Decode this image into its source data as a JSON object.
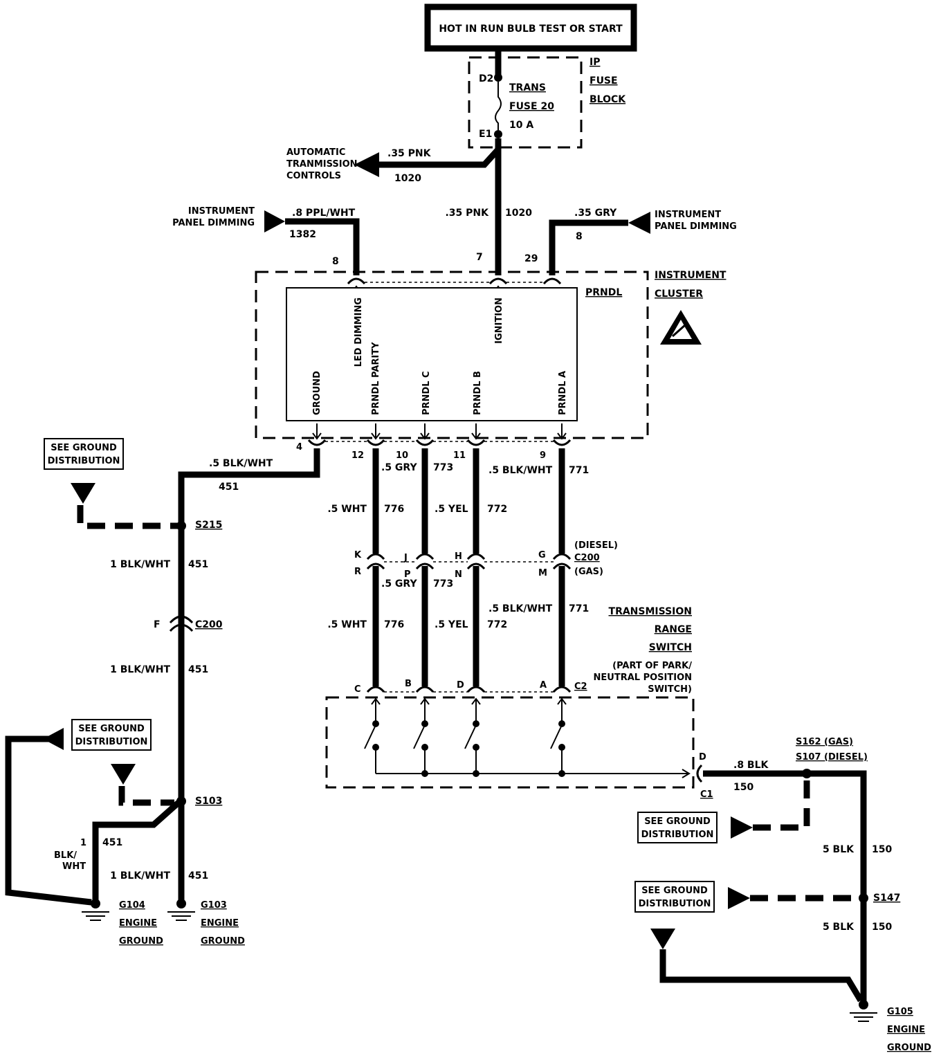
{
  "header": {
    "title": "HOT IN RUN BULB TEST OR START"
  },
  "fuse_block": {
    "label_lines": [
      "IP",
      "FUSE",
      "BLOCK"
    ],
    "top_terminal": "D2",
    "bottom_terminal": "E1",
    "fuse_lines": [
      "TRANS",
      "FUSE 20",
      "10 A"
    ]
  },
  "atc": {
    "label_lines": [
      "AUTOMATIC",
      "TRANMISSION",
      "CONTROLS"
    ],
    "wire": ".35 PNK",
    "circuit": "1020"
  },
  "ign_wire": {
    "wire": ".35 PNK",
    "circuit": "1020"
  },
  "ipd_left": {
    "label_lines": [
      "INSTRUMENT",
      "PANEL DIMMING"
    ],
    "wire": ".8 PPL/WHT",
    "circuit": "1382"
  },
  "ipd_right": {
    "label_lines": [
      "INSTRUMENT",
      "PANEL DIMMING"
    ],
    "wire": ".35 GRY",
    "circuit": "8"
  },
  "cluster": {
    "label_lines": [
      "INSTRUMENT",
      "CLUSTER"
    ],
    "module": "PRNDL",
    "top_pins": [
      "8",
      "7",
      "29"
    ],
    "inner_top": [
      "LED DIMMING",
      "IGNITION"
    ],
    "inner_bottom": [
      "GROUND",
      "PRNDL PARITY",
      "PRNDL C",
      "PRNDL B",
      "PRNDL A"
    ],
    "bottom_pins": [
      "4",
      "12",
      "10",
      "11",
      "9"
    ]
  },
  "wires_upper": {
    "gnd": {
      "wire": ".5 BLK/WHT",
      "circuit": "451"
    },
    "w773": {
      "wire": ".5 GRY",
      "circuit": "773"
    },
    "w771": {
      "wire": ".5 BLK/WHT",
      "circuit": "771"
    },
    "w776": {
      "wire": ".5 WHT",
      "circuit": "776"
    },
    "w772": {
      "wire": ".5 YEL",
      "circuit": "772"
    }
  },
  "c200_mid": {
    "top_letters": [
      "K",
      "J",
      "H",
      "G"
    ],
    "bottom_letters": [
      "R",
      "P",
      "N",
      "M"
    ],
    "lines": [
      "(DIESEL)",
      "C200",
      "(GAS)"
    ]
  },
  "wires_lower": {
    "w773": {
      "wire": ".5 GRY",
      "circuit": "773"
    },
    "w771": {
      "wire": ".5 BLK/WHT",
      "circuit": "771"
    },
    "w776": {
      "wire": ".5 WHT",
      "circuit": "776"
    },
    "w772": {
      "wire": ".5 YEL",
      "circuit": "772"
    }
  },
  "trs": {
    "label_lines": [
      "TRANSMISSION",
      "RANGE",
      "SWITCH"
    ],
    "note_lines": [
      "(PART OF PARK/",
      "NEUTRAL POSITION",
      "SWITCH)"
    ],
    "pins": [
      "C",
      "B",
      "D",
      "A"
    ],
    "connector": "C2",
    "out_pin": "D",
    "out_connector": "C1"
  },
  "left_ground": {
    "see_ground_1": [
      "SEE GROUND",
      "DISTRIBUTION"
    ],
    "see_ground_2": [
      "SEE GROUND",
      "DISTRIBUTION"
    ],
    "s215": "S215",
    "s103": "S103",
    "c200_pin": "F",
    "c200": "C200",
    "seg1": {
      "wire": "1 BLK/WHT",
      "circuit": "451"
    },
    "seg2": {
      "wire": "1 BLK/WHT",
      "circuit": "451"
    },
    "g104_wire_lines": [
      "1",
      "BLK/",
      "WHT"
    ],
    "g104_circuit": "451",
    "g103_wire": {
      "wire": "1 BLK/WHT",
      "circuit": "451"
    },
    "g104_lines": [
      "G104",
      "ENGINE",
      "GROUND"
    ],
    "g103_lines": [
      "G103",
      "ENGINE",
      "GROUND"
    ]
  },
  "right_ground": {
    "out_wire": {
      "wire": ".8 BLK",
      "circuit": "150"
    },
    "splice_lines": [
      "S162 (GAS)",
      "S107 (DIESEL)"
    ],
    "see_ground_1": [
      "SEE GROUND",
      "DISTRIBUTION"
    ],
    "see_ground_2": [
      "SEE GROUND",
      "DISTRIBUTION"
    ],
    "seg1": {
      "wire": "5 BLK",
      "circuit": "150"
    },
    "s147": "S147",
    "seg2": {
      "wire": "5 BLK",
      "circuit": "150"
    },
    "g105_lines": [
      "G105",
      "ENGINE",
      "GROUND"
    ]
  }
}
